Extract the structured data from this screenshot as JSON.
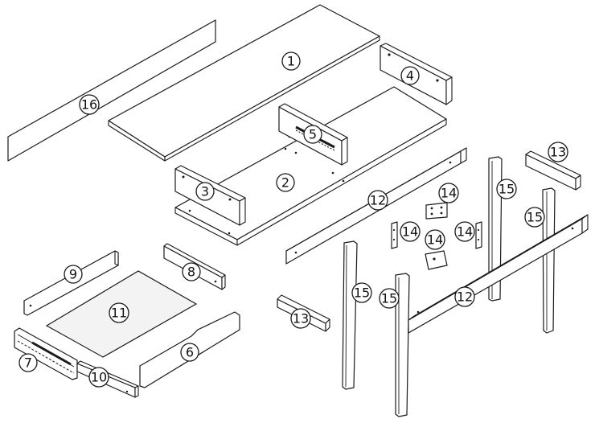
{
  "callouts": {
    "c1": "1",
    "c2": "2",
    "c3": "3",
    "c4": "4",
    "c5": "5",
    "c6": "6",
    "c7": "7",
    "c8": "8",
    "c9": "9",
    "c10": "10",
    "c11": "11",
    "c12a": "12",
    "c12b": "12",
    "c13a": "13",
    "c13b": "13",
    "c14a": "14",
    "c14b": "14",
    "c14c": "14",
    "c14d": "14",
    "c15a": "15",
    "c15b": "15",
    "c15c": "15",
    "c15d": "15",
    "c16": "16"
  }
}
